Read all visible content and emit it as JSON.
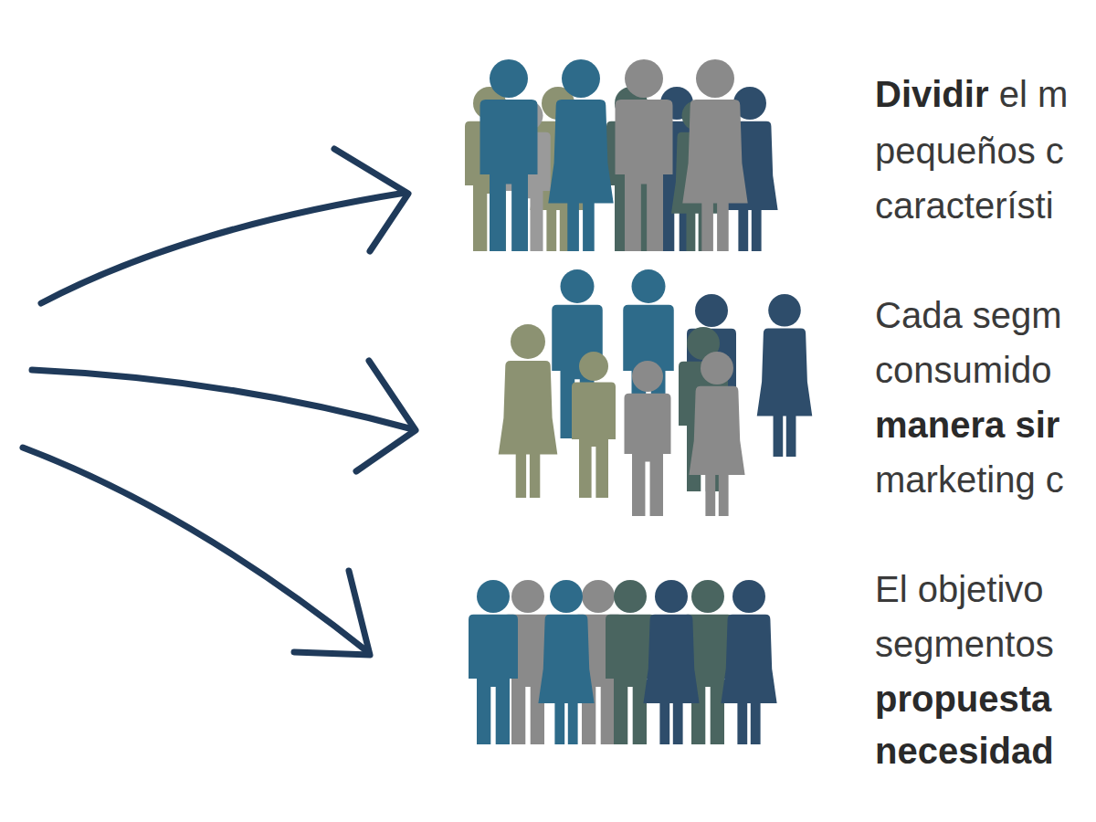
{
  "diagram": {
    "labels": [
      "Dividir",
      "el m",
      "pequeños c",
      "característi",
      "Cada segm",
      "consumido",
      "manera sir",
      "marketing c",
      "El objetivo",
      "segmentos",
      "propuesta",
      "necesidad"
    ]
  }
}
